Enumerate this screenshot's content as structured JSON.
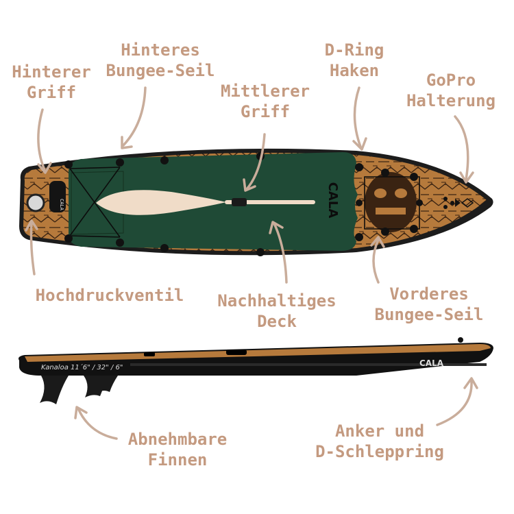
{
  "labels": {
    "rear_handle": [
      "Hinterer",
      "Griff"
    ],
    "rear_bungee": [
      "Hinteres",
      "Bungee-Seil"
    ],
    "d_ring": [
      "D-Ring",
      "Haken"
    ],
    "middle_handle": [
      "Mittlerer",
      "Griff"
    ],
    "gopro_mount": [
      "GoPro",
      "Halterung"
    ],
    "valve": [
      "Hochdruckventil"
    ],
    "deck": [
      "Nachhaltiges",
      "Deck"
    ],
    "front_bungee": [
      "Vorderes",
      "Bungee-Seil"
    ],
    "fins": [
      "Abnehmbare",
      "Finnen"
    ],
    "anchor_ring": [
      "Anker und",
      "D-Schleppring"
    ]
  },
  "board": {
    "brand_logo": "CALA",
    "side_model_text": "Kanaloa 11´6\" / 32\" / 6\""
  },
  "colors": {
    "label_text": "#c49a80",
    "arrow": "#c9ad9b",
    "wood": "#b67a3c",
    "deck_green": "#1f4a36",
    "rail_black": "#111111"
  }
}
